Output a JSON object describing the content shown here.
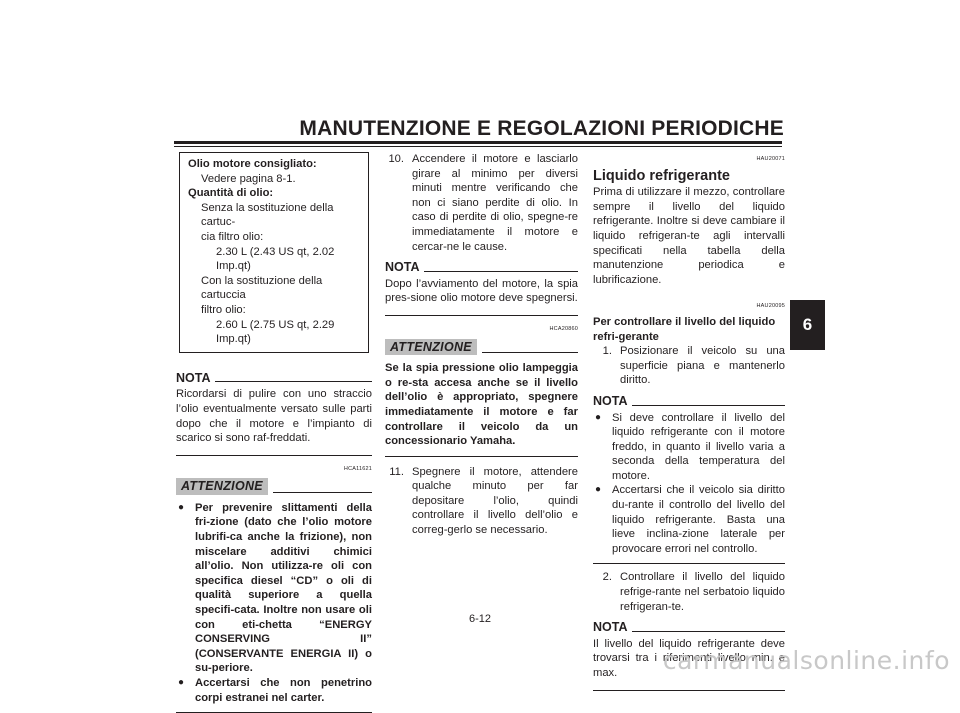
{
  "header": {
    "title": "MANUTENZIONE E REGOLAZIONI PERIODICHE",
    "tab": "6",
    "page": "6-12"
  },
  "col1": {
    "box": {
      "l1": "Olio motore consigliato:",
      "l2": "Vedere pagina 8-1.",
      "l3": "Quantità di olio:",
      "l4": "Senza la sostituzione della cartuc-",
      "l5": "cia filtro olio:",
      "l6": "2.30 L (2.43 US qt, 2.02 Imp.qt)",
      "l7": "Con la sostituzione della cartuccia",
      "l8": "filtro olio:",
      "l9": "2.60 L (2.75 US qt, 2.29 Imp.qt)"
    },
    "nota_label": "NOTA",
    "nota_text": "Ricordarsi di pulire con uno straccio l’olio eventualmente versato sulle parti dopo che il motore e l’impianto di scarico si sono raf-freddati.",
    "att_code": "HCA11621",
    "att_label": "ATTENZIONE",
    "bullet1": "Per prevenire slittamenti della fri-zione (dato che l’olio motore lubrifi-ca anche la frizione), non miscelare additivi chimici all’olio. Non utilizza-re oli con specifica diesel “CD” o oli di qualità superiore a quella specifi-cata. Inoltre non usare oli con eti-chetta “ENERGY CONSERVING II” (CONSERVANTE ENERGIA II) o su-periore.",
    "bullet2": "Accertarsi che non penetrino corpi estranei nel carter."
  },
  "col2": {
    "step10_num": "10.",
    "step10": "Accendere il motore e lasciarlo girare al minimo per diversi minuti mentre verificando che non ci siano perdite di olio. In caso di perdite di olio, spegne-re immediatamente il motore e cercar-ne le cause.",
    "nota_label": "NOTA",
    "nota_text": "Dopo l’avviamento del motore, la spia pres-sione olio motore deve spegnersi.",
    "att_code": "HCA20860",
    "att_label": "ATTENZIONE",
    "att_text": "Se la spia pressione olio lampeggia o re-sta accesa anche se il livello dell’olio è appropriato, spegnere immediatamente il motore e far controllare il veicolo da un concessionario Yamaha.",
    "step11_num": "11.",
    "step11": "Spegnere il motore, attendere qualche minuto per far depositare l’olio, quindi controllare il livello dell’olio e correg-gerlo se necessario."
  },
  "col3": {
    "code1": "HAU20071",
    "title": "Liquido refrigerante",
    "intro": "Prima di utilizzare il mezzo, controllare sempre il livello del liquido refrigerante. Inoltre si deve cambiare il liquido refrigeran-te agli intervalli specificati nella tabella della manutenzione periodica e lubrificazione.",
    "code2": "HAU20095",
    "subtitle": "Per controllare il livello del liquido refri-gerante",
    "step1_num": "1.",
    "step1": "Posizionare il veicolo su una superficie piana e mantenerlo diritto.",
    "nota1_label": "NOTA",
    "nota1_b1": "Si deve controllare il livello del liquido refrigerante con il motore freddo, in quanto il livello varia a seconda della temperatura del motore.",
    "nota1_b2": "Accertarsi che il veicolo sia diritto du-rante il controllo del livello del liquido refrigerante. Basta una lieve inclina-zione laterale per provocare errori nel controllo.",
    "step2_num": "2.",
    "step2": "Controllare il livello del liquido refrige-rante nel serbatoio liquido refrigeran-te.",
    "nota2_label": "NOTA",
    "nota2_text": "Il livello del liquido refrigerante deve trovarsi tra i riferimenti livello min. e max."
  },
  "footer": {
    "watermark": "carmanualsonline.info"
  }
}
